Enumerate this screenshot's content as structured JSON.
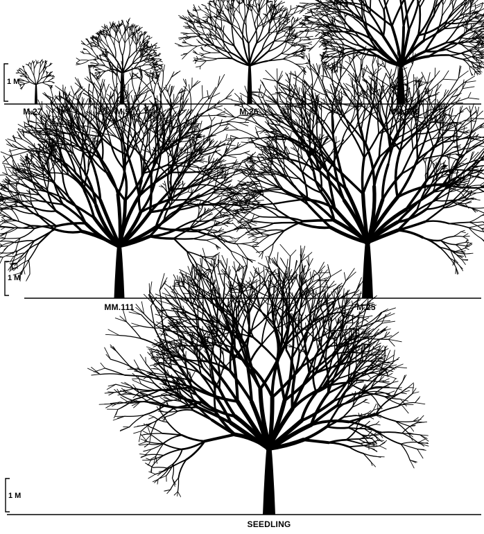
{
  "scale_label": "1 M",
  "rows": [
    {
      "name": "row-1",
      "trees": [
        "M.27",
        "M.9",
        "M.26",
        "MM.106"
      ]
    },
    {
      "name": "row-2",
      "trees": [
        "MM.111",
        "M.25"
      ]
    },
    {
      "name": "row-3",
      "trees": [
        "SEEDLING"
      ]
    }
  ],
  "colors": {
    "ink": "#000000",
    "background": "#ffffff"
  }
}
